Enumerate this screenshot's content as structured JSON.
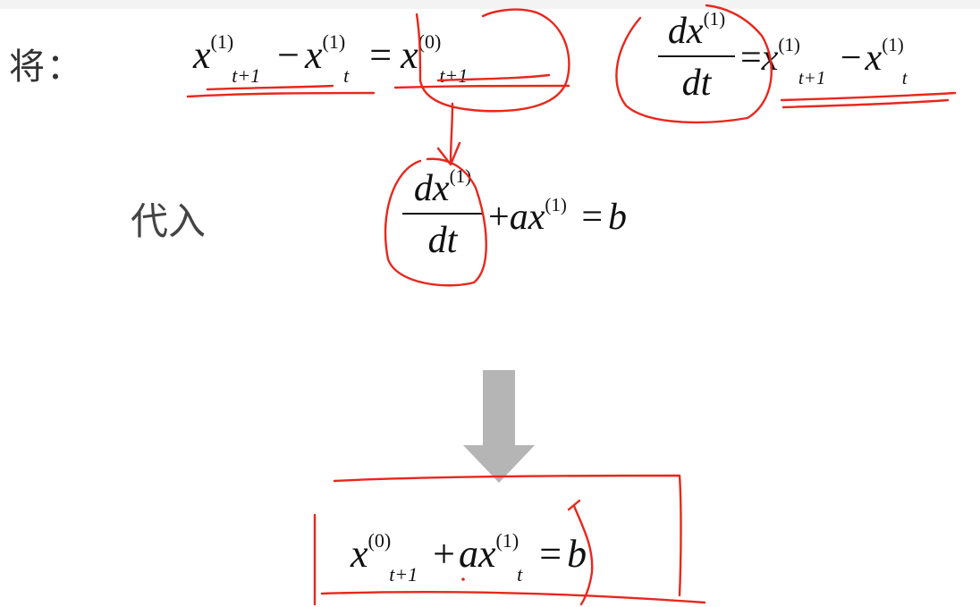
{
  "colors": {
    "background": "#ffffff",
    "text": "#111111",
    "ink": "#e8271d",
    "arrow_fill": "#b5b5b5"
  },
  "labels": {
    "jiang": "将：",
    "dairu": "代入"
  },
  "eq1": {
    "x": "x",
    "sup1": "(1)",
    "sub_t1": "t+1",
    "minus": "−",
    "sub_t": "t",
    "equals": "=",
    "sup0": "(0)"
  },
  "eq2": {
    "num": "dx",
    "num_sup": "(1)",
    "den": "dt",
    "equals": "=",
    "x": "x",
    "sup1": "(1)",
    "sub_t1": "t+1",
    "minus": "−",
    "sub_t": "t"
  },
  "eq3": {
    "num": "dx",
    "num_sup": "(1)",
    "den": "dt",
    "plus": "+",
    "ax": "ax",
    "sup1": "(1)",
    "equals": "=",
    "b": "b"
  },
  "eq4": {
    "x": "x",
    "sup0": "(0)",
    "sub_t1": "t+1",
    "plus": "+",
    "ax": "ax",
    "sup1": "(1)",
    "sub_t": "t",
    "equals": "=",
    "b": "b"
  },
  "icons": {
    "down_arrow": "down-arrow-icon"
  }
}
